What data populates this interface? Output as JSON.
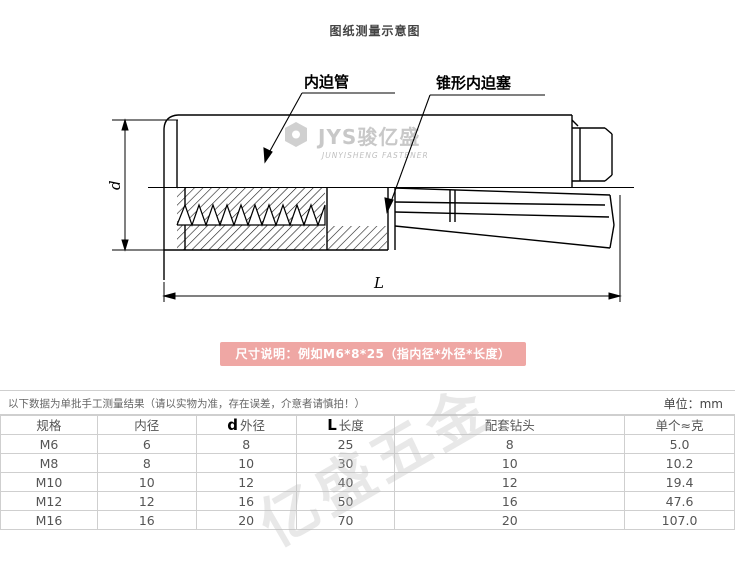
{
  "diagram": {
    "title": "图纸测量示意图",
    "label_inner_tube": "内迫管",
    "label_cone_plug": "锥形内迫塞",
    "dim_d": "d",
    "dim_L": "L",
    "watermark_brand": "JYS骏亿盛",
    "watermark_sub": "JUNYISHENG FASTENER"
  },
  "size_note": "尺寸说明：例如M6*8*25（指内径*外径*长度）",
  "info": {
    "note": "以下数据为单批手工测量结果（请以实物为准，存在误差，介意者请慎拍！）",
    "unit": "单位：mm"
  },
  "table": {
    "headers": {
      "spec": "规格",
      "inner": "内径",
      "outer_mark": "d",
      "outer": "外径",
      "length_mark": "L",
      "length": "长度",
      "drill": "配套钻头",
      "weight": "单个≈克"
    },
    "rows": [
      [
        "M6",
        "6",
        "8",
        "25",
        "8",
        "5.0"
      ],
      [
        "M8",
        "8",
        "10",
        "30",
        "10",
        "10.2"
      ],
      [
        "M10",
        "10",
        "12",
        "40",
        "12",
        "19.4"
      ],
      [
        "M12",
        "12",
        "16",
        "50",
        "16",
        "47.6"
      ],
      [
        "M16",
        "16",
        "20",
        "70",
        "20",
        "107.0"
      ]
    ]
  },
  "watermark_table": "亿盛五金"
}
